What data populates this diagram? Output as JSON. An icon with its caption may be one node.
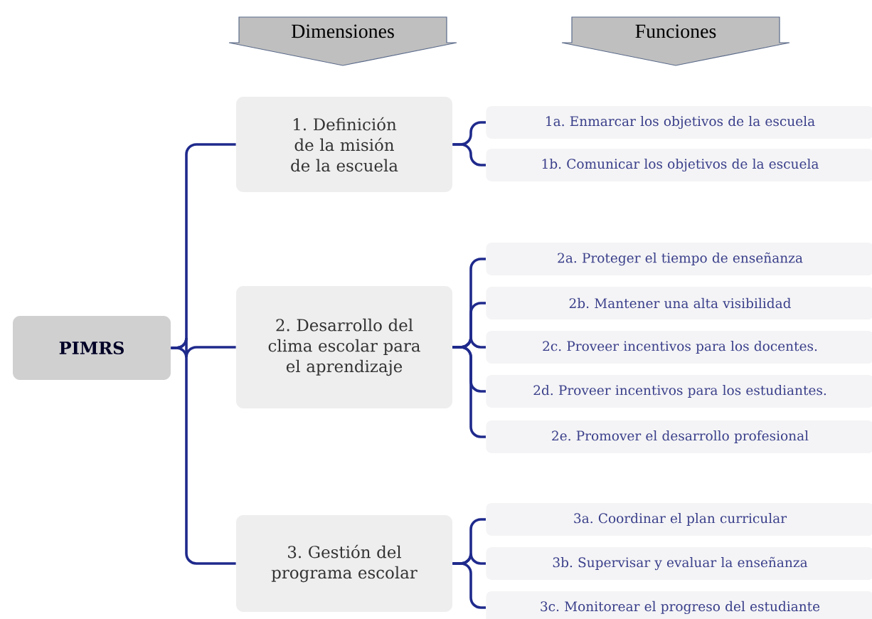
{
  "diagram": {
    "nodes": [
      {
        "text": [
          "Dimensiones"
        ]
      },
      {
        "text": [
          "Funciones"
        ]
      },
      {
        "text": [
          "PIMRS"
        ]
      },
      {
        "text": [
          "1. Definición de la misión de la escuela"
        ]
      },
      {
        "text": [
          "2. Desarrollo del clima escolar para el aprendizaje"
        ]
      },
      {
        "text": [
          "3. Gestión del programa escolar"
        ]
      },
      {
        "text": [
          "1a. Enmarcar los objetivos de la escuela"
        ]
      },
      {
        "text": [
          "1b. Comunicar los objetivos de la escuela"
        ]
      },
      {
        "text": [
          "2a. Proteger el tiempo de enseñanza"
        ]
      },
      {
        "text": [
          "2b. Mantener una alta visibilidad"
        ]
      },
      {
        "text": [
          "2c. Proveer incentivos para los docentes."
        ]
      },
      {
        "text": [
          "2d. Proveer incentivos para los estudiantes."
        ]
      },
      {
        "text": [
          "2e. Promover el desarrollo profesional"
        ]
      },
      {
        "text": [
          "3a. Coordinar el plan curricular"
        ]
      },
      {
        "text": [
          "3b. Supervisar y evaluar la enseñanza"
        ]
      },
      {
        "text": [
          "3c. Monitorear el progreso del estudiante"
        ]
      }
    ],
    "edges": [
      {
        "from": 2,
        "to": 3,
        "arrow": "none"
      },
      {
        "from": 2,
        "to": 4,
        "arrow": "none"
      },
      {
        "from": 2,
        "to": 5,
        "arrow": "none"
      },
      {
        "from": 3,
        "to": 6,
        "arrow": "none"
      },
      {
        "from": 3,
        "to": 7,
        "arrow": "none"
      },
      {
        "from": 4,
        "to": 8,
        "arrow": "none"
      },
      {
        "from": 4,
        "to": 9,
        "arrow": "none"
      },
      {
        "from": 4,
        "to": 10,
        "arrow": "none"
      },
      {
        "from": 4,
        "to": 11,
        "arrow": "none"
      },
      {
        "from": 4,
        "to": 12,
        "arrow": "none"
      },
      {
        "from": 5,
        "to": 13,
        "arrow": "none"
      },
      {
        "from": 5,
        "to": 14,
        "arrow": "none"
      },
      {
        "from": 5,
        "to": 15,
        "arrow": "none"
      }
    ]
  }
}
